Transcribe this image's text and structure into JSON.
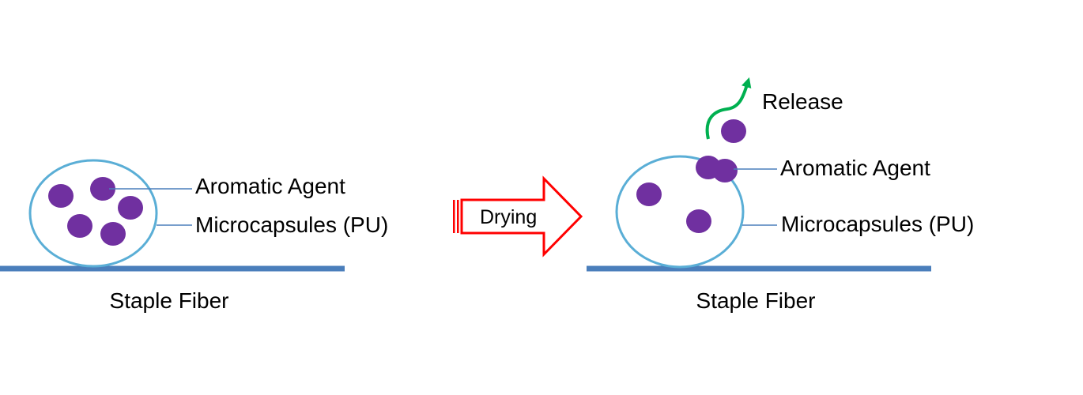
{
  "left_panel": {
    "aromatic_label": "Aromatic Agent",
    "microcapsule_label": "Microcapsules (PU)",
    "fiber_label": "Staple Fiber"
  },
  "process_arrow": {
    "label": "Drying"
  },
  "right_panel": {
    "release_label": "Release",
    "aromatic_label": "Aromatic Agent",
    "microcapsule_label": "Microcapsules (PU)",
    "fiber_label": "Staple Fiber"
  },
  "colors": {
    "capsule_outline": "#5aaed6",
    "fiber": "#4a7ebb",
    "agent": "#7030a0",
    "drying_arrow": "#ff0000",
    "release_arrow": "#00b050",
    "leader_line": "#4a7ebb"
  }
}
